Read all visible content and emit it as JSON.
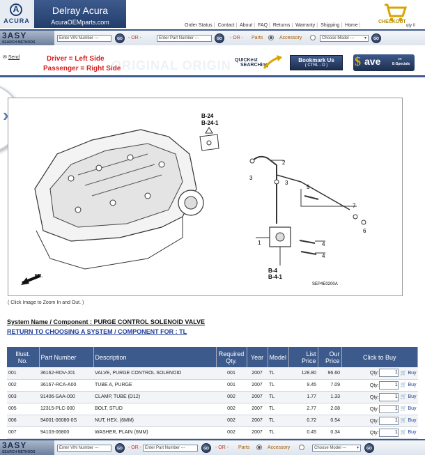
{
  "header": {
    "logo_text": "ACURA",
    "store_name": "Delray Acura",
    "store_url": "AcuraOEMparts.com",
    "links": [
      "Order Status",
      "Contact",
      "About",
      "FAQ",
      "Returns",
      "Warranty",
      "Shipping",
      "Home"
    ],
    "checkout_label": "CHECKOUT",
    "qty_label": "qty 0"
  },
  "search": {
    "easy_big": "3ASY",
    "easy_small": "SEARCH METHODS",
    "vin_placeholder": "Enter VIN Number ---",
    "go_label": "GO",
    "or_label": "- OR -",
    "part_placeholder": "Enter Part Number ---",
    "parts_label": "Parts",
    "accessory_label": "Accessory",
    "model_select": "Choose Model ---"
  },
  "band": {
    "send_label": "Send",
    "driver": "Driver = Left Side",
    "passenger": "Passenger = Right Side",
    "quick1": "QUICKest",
    "quick2": "SEARCHing",
    "bookmark1": "Bookmark Us",
    "bookmark2": "( CTRL - D )",
    "save_dollar": "$",
    "save_word": "ave",
    "save_on": "on",
    "save_especials": "E-Specials",
    "watermark": "ORIGINAL ORIGIN"
  },
  "diagram": {
    "labels": [
      "B-24",
      "B-24-1",
      "2",
      "3",
      "3",
      "5",
      "7",
      "6",
      "1",
      "4",
      "4",
      "B-4",
      "B-4-1",
      "FR.",
      "SEP4E0200A"
    ],
    "zoom_note": "( Click Image to Zoom In and Out. )"
  },
  "system_title": "System Name / Component : PURGE CONTROL SOLENOID VALVE",
  "return_link": "RETURN TO CHOOSING A SYSTEM / COMPONENT FOR : TL",
  "table": {
    "headers": {
      "illus1": "Illust.",
      "illus2": "No.",
      "part": "Part Number",
      "desc": "Description",
      "req1": "Required",
      "req2": "Qty.",
      "year": "Year",
      "model": "Model",
      "list1": "List",
      "list2": "Price",
      "our1": "Our",
      "our2": "Price",
      "buy": "Click to Buy"
    },
    "qty_label": "Qty",
    "buy_label": "Buy",
    "rows": [
      {
        "illus": "001",
        "part": "36162-RDV-J01",
        "desc": "VALVE, PURGE CONTROL SOLENOID",
        "req": "001",
        "year": "2007",
        "model": "TL",
        "list": "128.80",
        "our": "96.60",
        "qty": "1"
      },
      {
        "illus": "002",
        "part": "36167-RCA-A00",
        "desc": "TUBE A, PURGE",
        "req": "001",
        "year": "2007",
        "model": "TL",
        "list": "9.45",
        "our": "7.09",
        "qty": "1"
      },
      {
        "illus": "003",
        "part": "91406-SAA-000",
        "desc": "CLAMP, TUBE (D12)",
        "req": "002",
        "year": "2007",
        "model": "TL",
        "list": "1.77",
        "our": "1.33",
        "qty": "1"
      },
      {
        "illus": "005",
        "part": "12315-PLC-000",
        "desc": "BOLT, STUD",
        "req": "002",
        "year": "2007",
        "model": "TL",
        "list": "2.77",
        "our": "2.08",
        "qty": "1"
      },
      {
        "illus": "006",
        "part": "94001-06080-0S",
        "desc": "NUT, HEX. (6MM)",
        "req": "002",
        "year": "2007",
        "model": "TL",
        "list": "0.72",
        "our": "0.54",
        "qty": "1"
      },
      {
        "illus": "007",
        "part": "94103-06800",
        "desc": "WASHER, PLAIN (6MM)",
        "req": "002",
        "year": "2007",
        "model": "TL",
        "list": "0.45",
        "our": "0.34",
        "qty": "1"
      }
    ]
  }
}
